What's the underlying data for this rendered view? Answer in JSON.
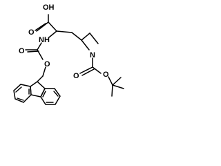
{
  "diagram": {
    "type": "chemical-structure",
    "atom_labels": {
      "hydroxyl": "OH",
      "carbonyl_o_acid": "O",
      "amide_nh": "NH",
      "fmoc_ester_o": "O",
      "fmoc_carbonyl_o": "O",
      "azetidine_n": "N",
      "boc_carbonyl_o": "O",
      "boc_ester_o": "O"
    },
    "bond_color": "#000000",
    "background": "#ffffff"
  }
}
